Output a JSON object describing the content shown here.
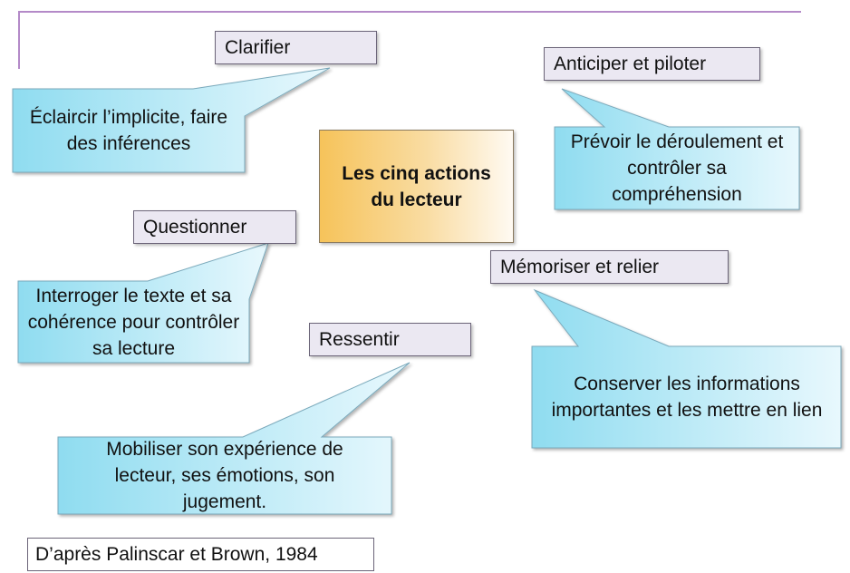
{
  "title": "Les cinq actions du lecteur",
  "actions": [
    {
      "label": "Clarifier",
      "description": "Éclaircir l’implicite, faire des inférences"
    },
    {
      "label": "Anticiper et piloter",
      "description": "Prévoir le déroulement et contrôler sa compréhension"
    },
    {
      "label": "Questionner",
      "description": "Interroger le texte et sa cohérence pour contrôler sa lecture"
    },
    {
      "label": "Mémoriser et relier",
      "description": "Conserver les informations importantes et les mettre en lien"
    },
    {
      "label": "Ressentir",
      "description": "Mobiliser son expérience de lecteur, ses émotions, son jugement."
    }
  ],
  "source": "D’après Palinscar et Brown, 1984",
  "colors": {
    "bubble_fill_start": "#8fdcf0",
    "bubble_fill_end": "#e8f8fd",
    "label_fill": "#ebe8f2",
    "center_fill_start": "#f6c35a",
    "frame_line": "#b48ac8"
  }
}
